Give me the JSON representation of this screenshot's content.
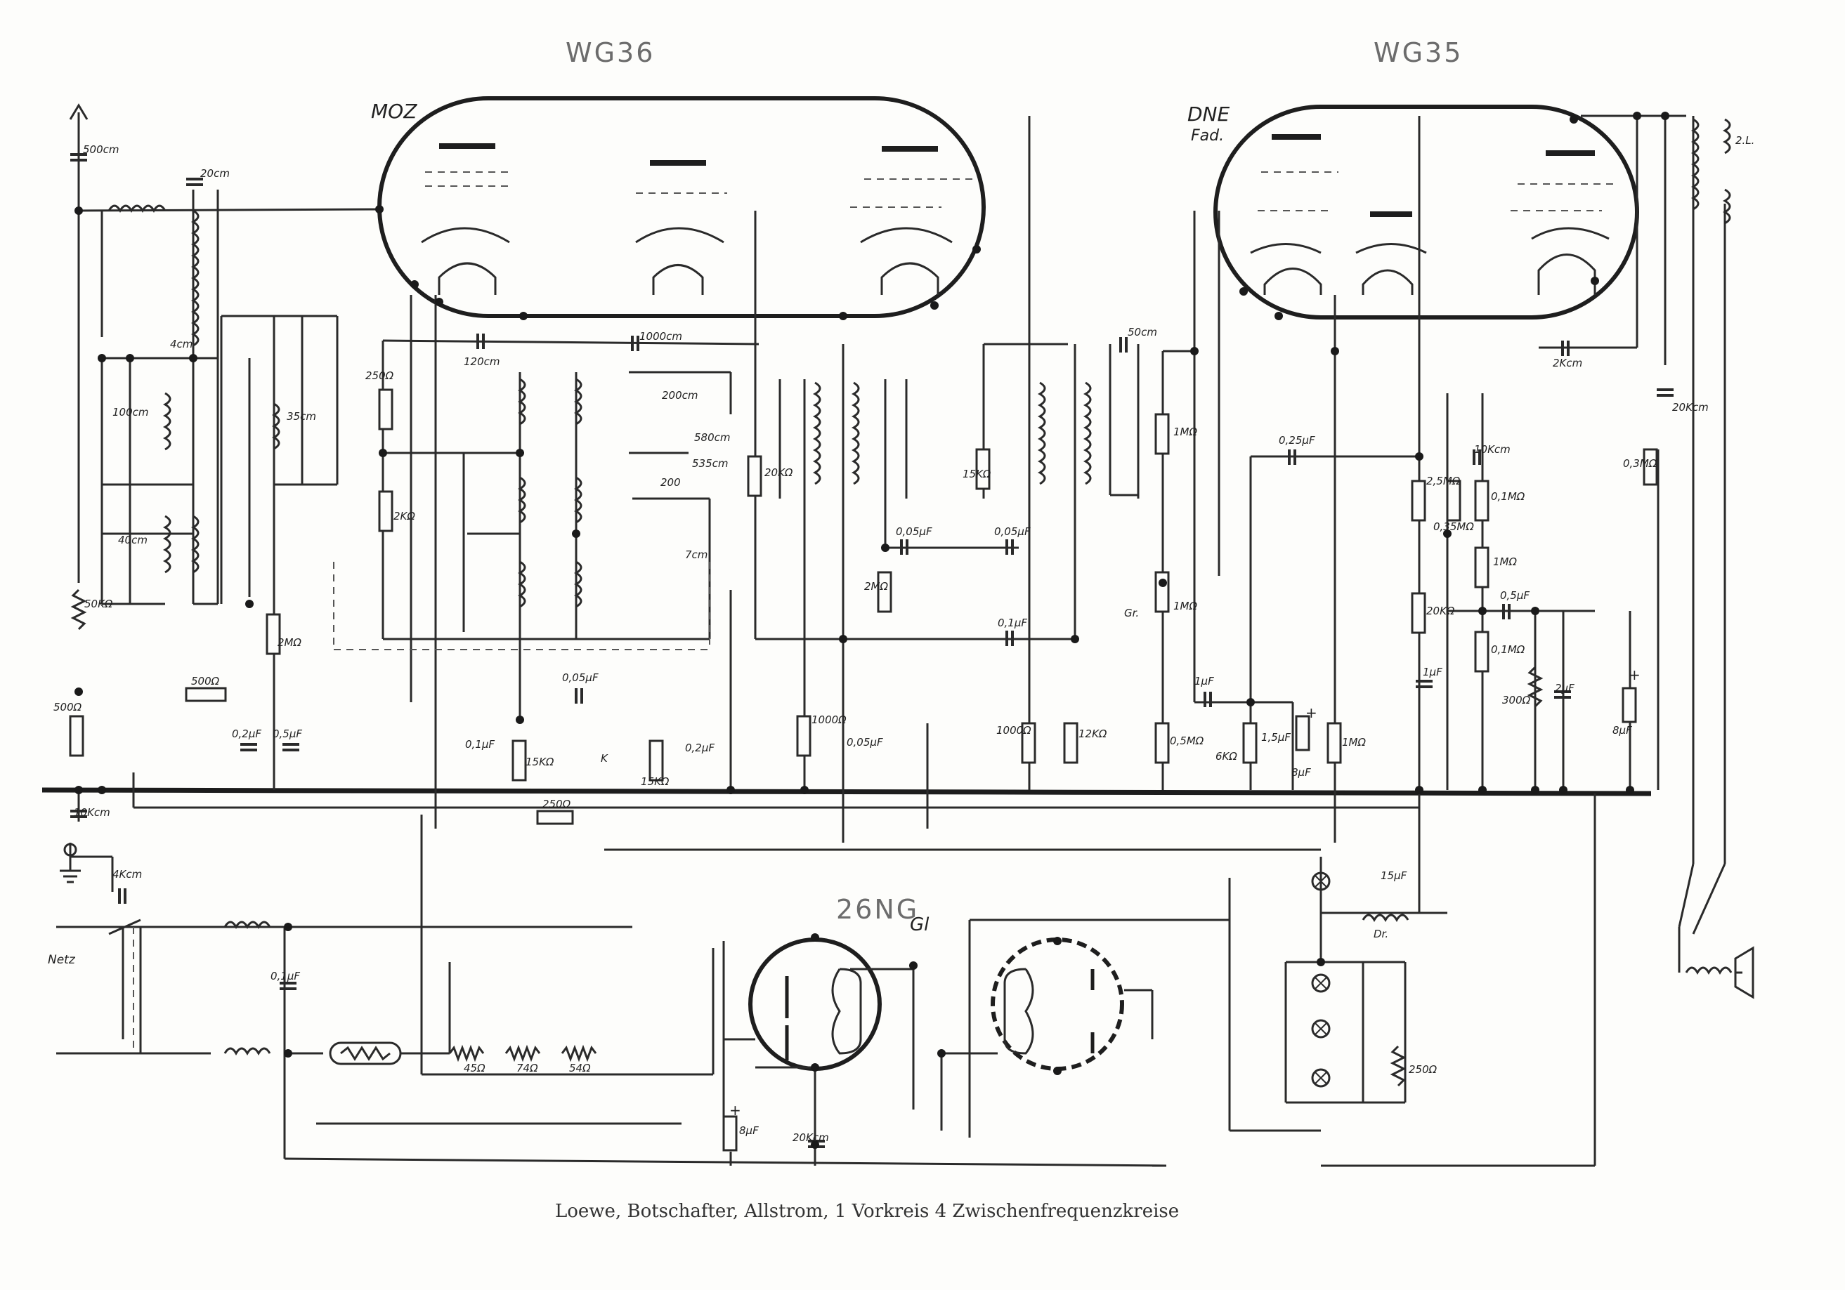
{
  "tubes": {
    "wg36": "WG36",
    "wg35": "WG35",
    "ng26": "26NG",
    "moz": "MOZ",
    "dne": "DNE",
    "fad": "Fad.",
    "gl": "Gl"
  },
  "caption": "Loewe, Botschafter, Allstrom, 1 Vorkreis 4 Zwischenfrequenzkreise",
  "labels": {
    "c500cm": "500cm",
    "c20cm": "20cm",
    "c4cm": "4cm",
    "c100cm": "100cm",
    "c40cm": "40cm",
    "c35cm": "35cm",
    "c120cm": "120cm",
    "c1000cm": "1000cm",
    "c200cm": "200cm",
    "c580cm": "580cm",
    "c535cm": "535cm",
    "c200cm_b": "200",
    "c7cm": "7cm",
    "r250": "250Ω",
    "r2k": "2KΩ",
    "r20k": "20KΩ",
    "r15k": "15KΩ",
    "r2m": "2MΩ",
    "c005uf_a": "0,05μF",
    "c005uf_b": "0,05μF",
    "c01uf_a": "0,1μF",
    "c50cm": "50cm",
    "r1m_a": "1MΩ",
    "r1m_b": "1MΩ",
    "gr": "Gr.",
    "c025uf": "0,25μF",
    "c10kcm": "10Kcm",
    "r25m": "2,5MΩ",
    "r035m": "0,35MΩ",
    "r01m_a": "0,1MΩ",
    "r1m_c": "1MΩ",
    "r20k_b": "20KΩ",
    "c05uf_a": "0,5μF",
    "r01m_b": "0,1MΩ",
    "c1uf_a": "1μF",
    "r300": "300Ω",
    "c2uf": "2μF",
    "c8uf_a": "8μF",
    "c2kcm": "2Kcm",
    "c20kcm": "20Kcm",
    "r03m": "0,3MΩ",
    "l2": "2.L.",
    "r50k": "50KΩ",
    "r500_a": "500Ω",
    "r500_b": "500Ω",
    "c02uf_a": "0,2μF",
    "c05uf_b": "0,5μF",
    "r2m_b": "2MΩ",
    "c005uf_c": "0,05μF",
    "c01uf_b": "0,1μF",
    "r15k_b": "15KΩ",
    "k": "K",
    "r15k_c": "15KΩ",
    "c02uf_b": "0,2μF",
    "r1000_a": "1000Ω",
    "c005uf_d": "0,05μF",
    "r1000_b": "1000Ω",
    "r12k": "12KΩ",
    "c1uf_b": "1μF",
    "r05m": "0,5MΩ",
    "r6k": "6KΩ",
    "c15uf_a": "1,5μF",
    "c8uf_b": "8μF",
    "r1m_d": "1MΩ",
    "c10kcm_b": "10Kcm",
    "r250_b": "250Ω",
    "c4kcm": "4Kcm",
    "netz": "Netz",
    "c01uf_c": "0,1μF",
    "r45": "45Ω",
    "r74": "74Ω",
    "r54": "54Ω",
    "c15uf_b": "15μF",
    "dr": "Dr.",
    "r250_c": "250Ω",
    "c8uf_c": "8μF",
    "c20kcm_b": "20Kcm",
    "plus_a": "+",
    "plus_b": "+",
    "plus_c": "+"
  }
}
